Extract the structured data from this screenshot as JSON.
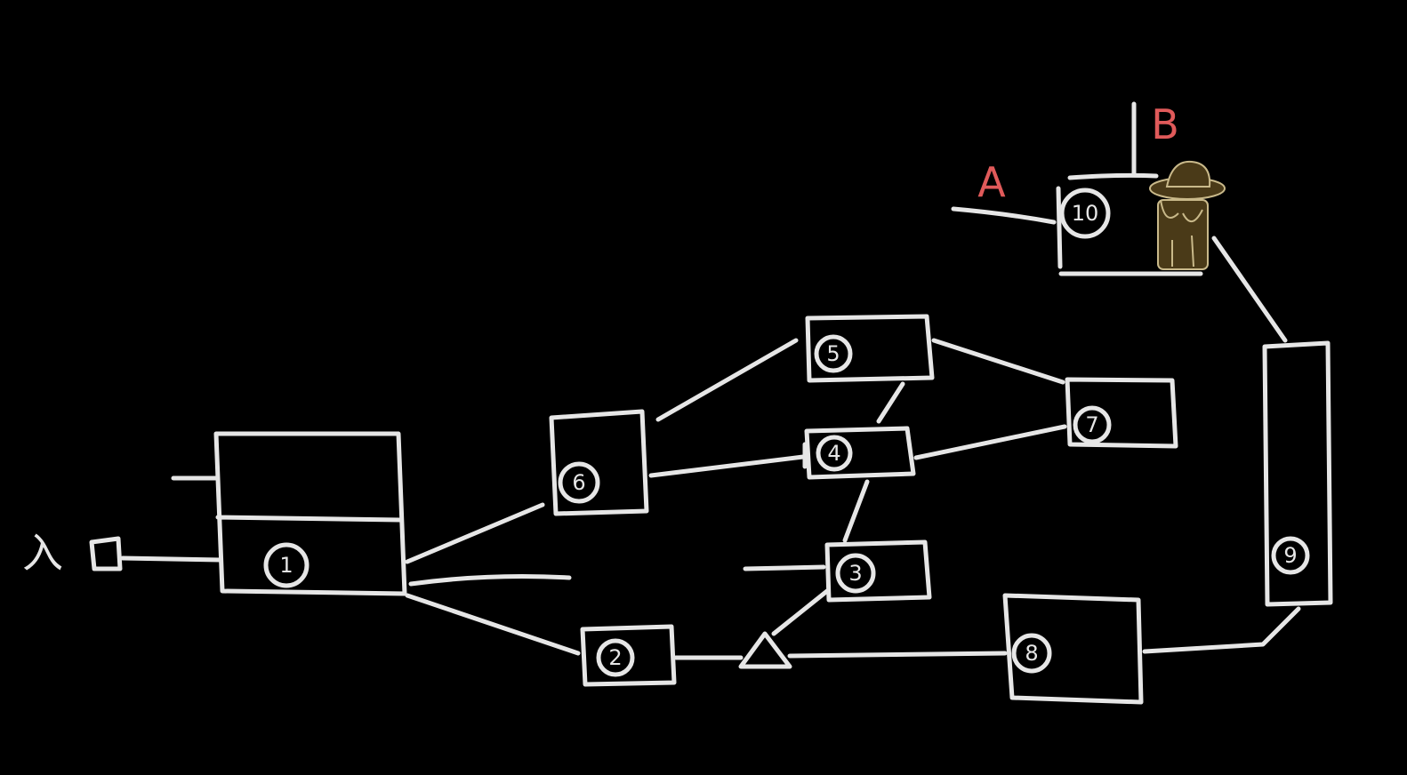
{
  "diagram": {
    "entrance_label": "入口",
    "entrance_char": "入",
    "label_a": "A",
    "label_b": "B",
    "nodes": {
      "n1": "1",
      "n2": "2",
      "n3": "3",
      "n4": "4",
      "n5": "5",
      "n6": "6",
      "n7": "7",
      "n8": "8",
      "n9": "9",
      "n10": "10"
    },
    "colors": {
      "line": "#e6e6e6",
      "label": "#e05a5a",
      "character": "#4a3a18"
    }
  }
}
